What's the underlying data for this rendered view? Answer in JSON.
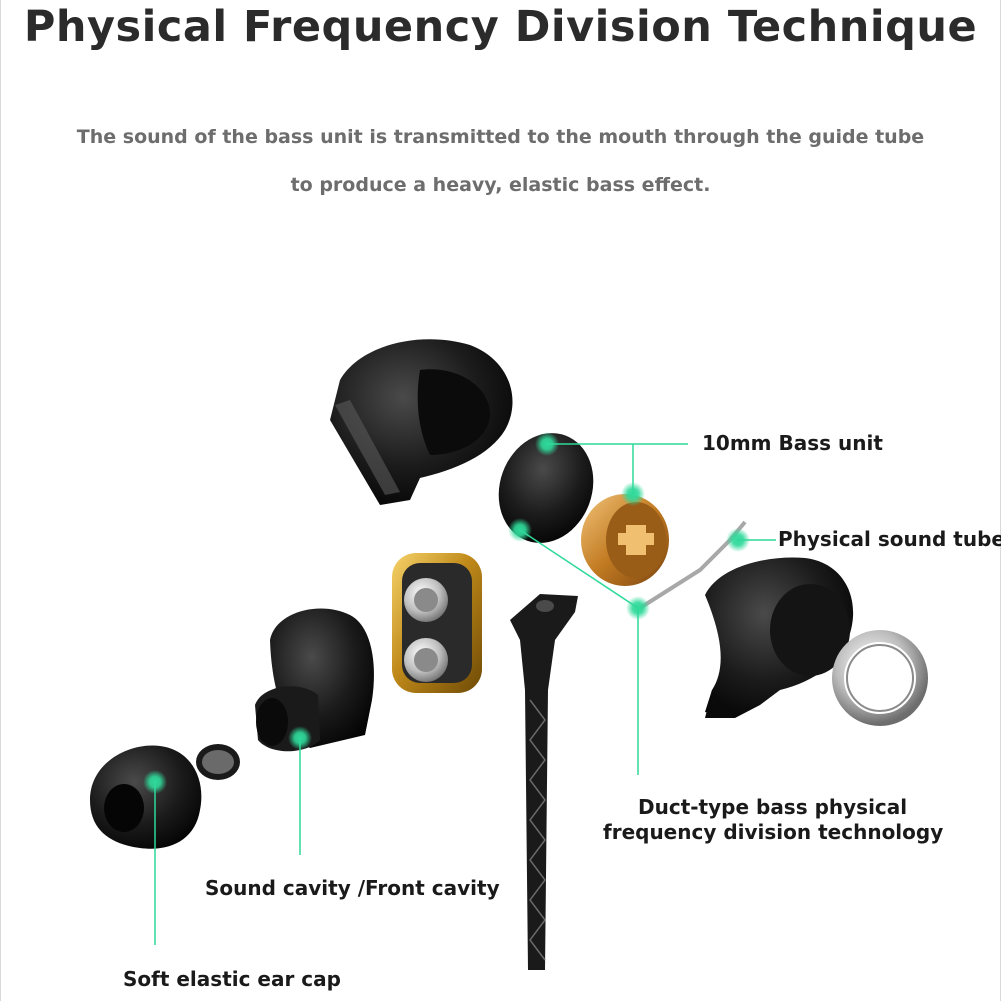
{
  "header": {
    "title": "Physical Frequency Division Technique",
    "subtitle_line1": "The sound of the bass unit is transmitted to the mouth through the guide tube",
    "subtitle_line2": "to produce a heavy, elastic bass effect."
  },
  "labels": {
    "bass_unit": "10mm Bass unit",
    "sound_tube": "Physical sound tube",
    "duct_line1": "Duct-type bass physical",
    "duct_line2": "frequency division technology",
    "sound_cavity": "Sound cavity /Front cavity",
    "ear_cap": "Soft elastic ear cap"
  },
  "colors": {
    "accent": "#2fd99a",
    "text": "#1a1a1a",
    "subtitle": "#6d6d6d"
  }
}
